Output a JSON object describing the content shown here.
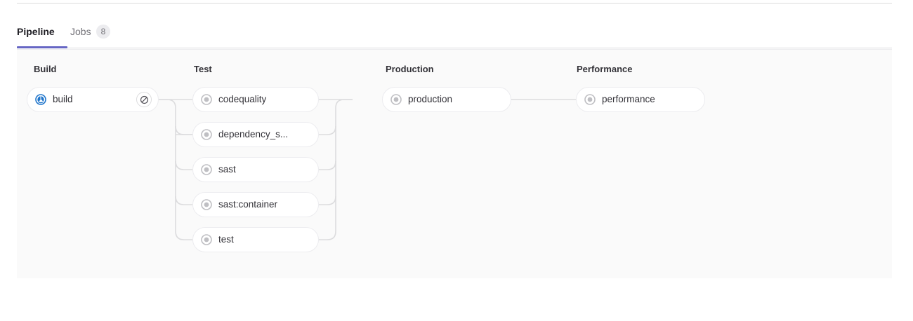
{
  "tabs": [
    {
      "label": "Pipeline",
      "active": true,
      "name": "tab-pipeline"
    },
    {
      "label": "Jobs",
      "active": false,
      "name": "tab-jobs",
      "badge": "8"
    }
  ],
  "pipeline": {
    "stages": [
      {
        "title": "Build",
        "jobs": [
          {
            "label": "build",
            "status": "running",
            "action": "cancel-icon"
          }
        ]
      },
      {
        "title": "Test",
        "jobs": [
          {
            "label": "codequality",
            "status": "created"
          },
          {
            "label": "dependency_s...",
            "status": "created"
          },
          {
            "label": "sast",
            "status": "created"
          },
          {
            "label": "sast:container",
            "status": "created"
          },
          {
            "label": "test",
            "status": "created"
          }
        ]
      },
      {
        "title": "Production",
        "jobs": [
          {
            "label": "production",
            "status": "created"
          }
        ]
      },
      {
        "title": "Performance",
        "jobs": [
          {
            "label": "performance",
            "status": "created"
          }
        ]
      }
    ]
  },
  "colors": {
    "accent": "#6666c4",
    "running": "#1f75cb",
    "created": "#989898",
    "panel_bg": "#fafafa",
    "node_border": "#ececef",
    "link": "#dcdcde",
    "text": "#333238",
    "muted_text": "#737278"
  }
}
